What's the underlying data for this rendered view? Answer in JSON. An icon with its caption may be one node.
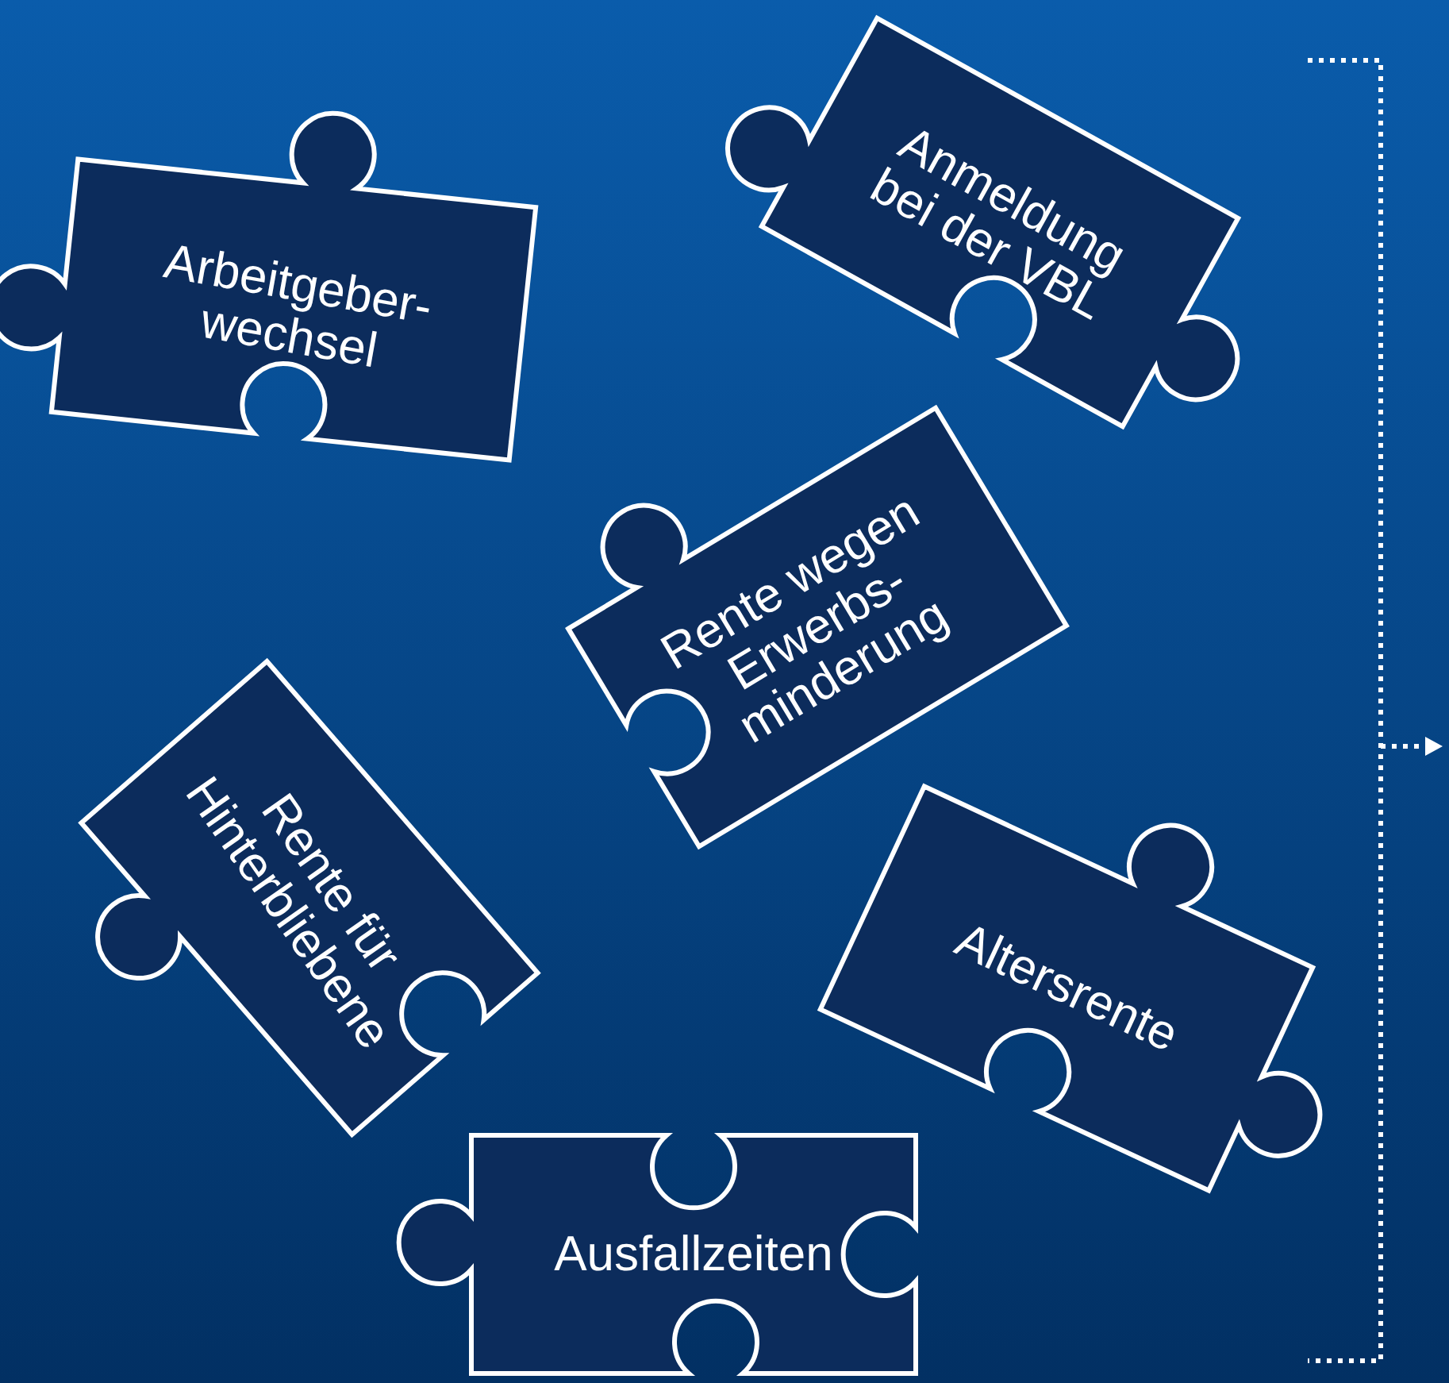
{
  "diagram": {
    "nodes": [
      {
        "text": [
          "Arbeitgeber- wechsel"
        ]
      },
      {
        "text": [
          "Anmeldung bei der VBL"
        ]
      },
      {
        "text": [
          "Rente wegen Erwerbs- minderung"
        ]
      },
      {
        "text": [
          "Rente für Hinterbliebene"
        ]
      },
      {
        "text": [
          "Altersrente"
        ]
      },
      {
        "text": [
          "Ausfallzeiten"
        ]
      }
    ]
  }
}
